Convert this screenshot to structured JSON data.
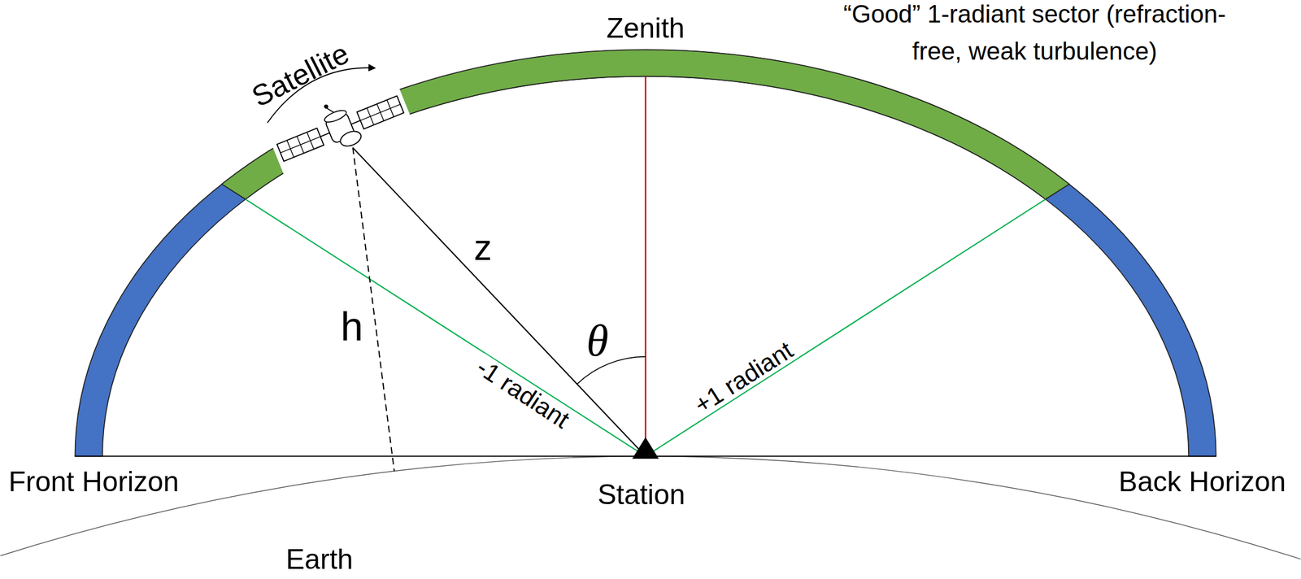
{
  "diagram": {
    "labels": [
      "Zenith",
      "“Good” 1-radiant sector (refraction-free, weak turbulence)",
      "Satellite",
      "z",
      "h",
      "θ",
      "-1 radiant",
      "+1 radiant",
      "Front Horizon",
      "Station",
      "Back Horizon",
      "Earth"
    ]
  }
}
